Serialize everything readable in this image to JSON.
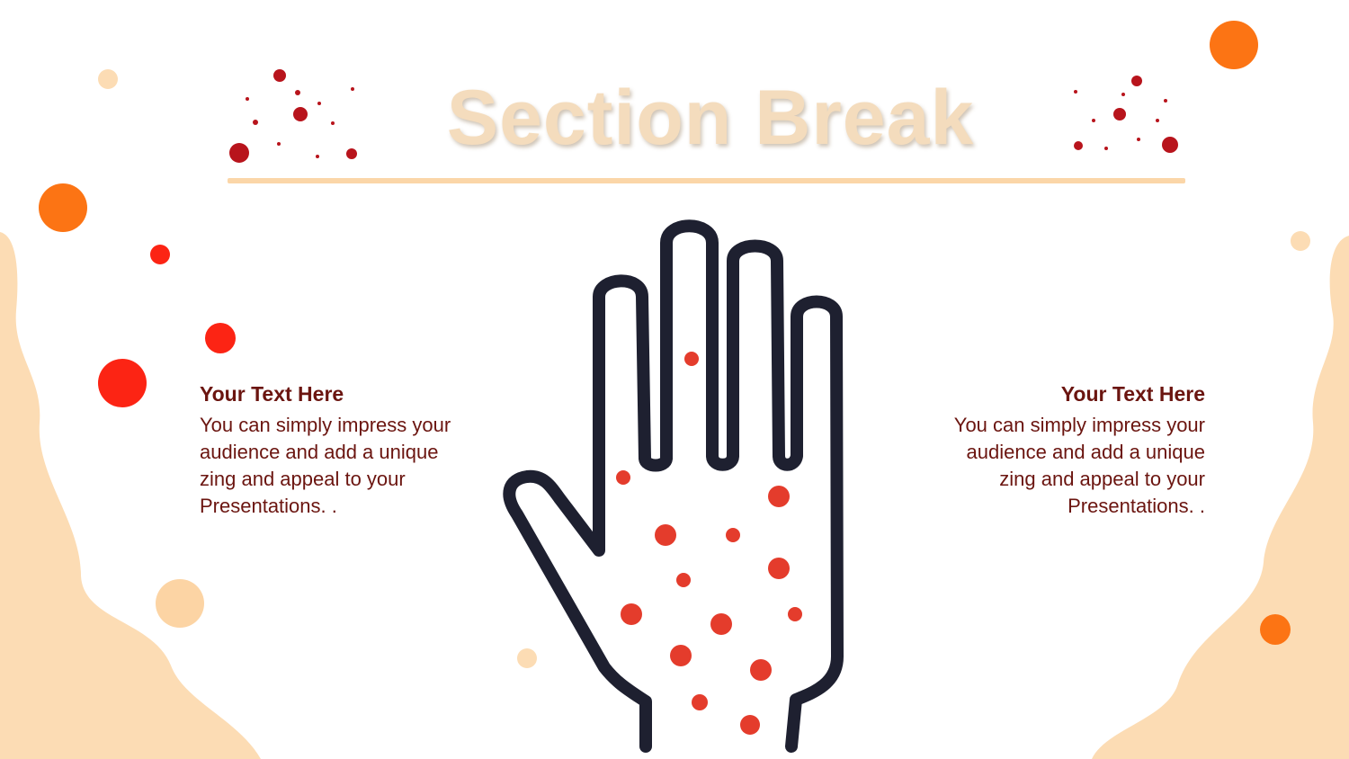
{
  "slide": {
    "title": "Section Break",
    "left_block": {
      "heading": "Your Text  Here",
      "body": "You can simply impress your audience and add a unique zing and appeal to your Presentations.   ."
    },
    "right_block": {
      "heading": "Your Text  Here",
      "body": "You can simply impress your audience and add a unique zing and appeal to your Presentations.   ."
    }
  },
  "colors": {
    "title": "#f4dcbd",
    "divider": "#fbd6a8",
    "blob": "#fcdcb4",
    "text": "#6b1510",
    "orange_dot": "#fc7414",
    "red_dot": "#fc2414",
    "dark_red_dot": "#b8141c",
    "hand_outline": "#1e2030",
    "hand_dot": "#e43c2c"
  },
  "icons": {
    "hand": "hand-icon"
  }
}
